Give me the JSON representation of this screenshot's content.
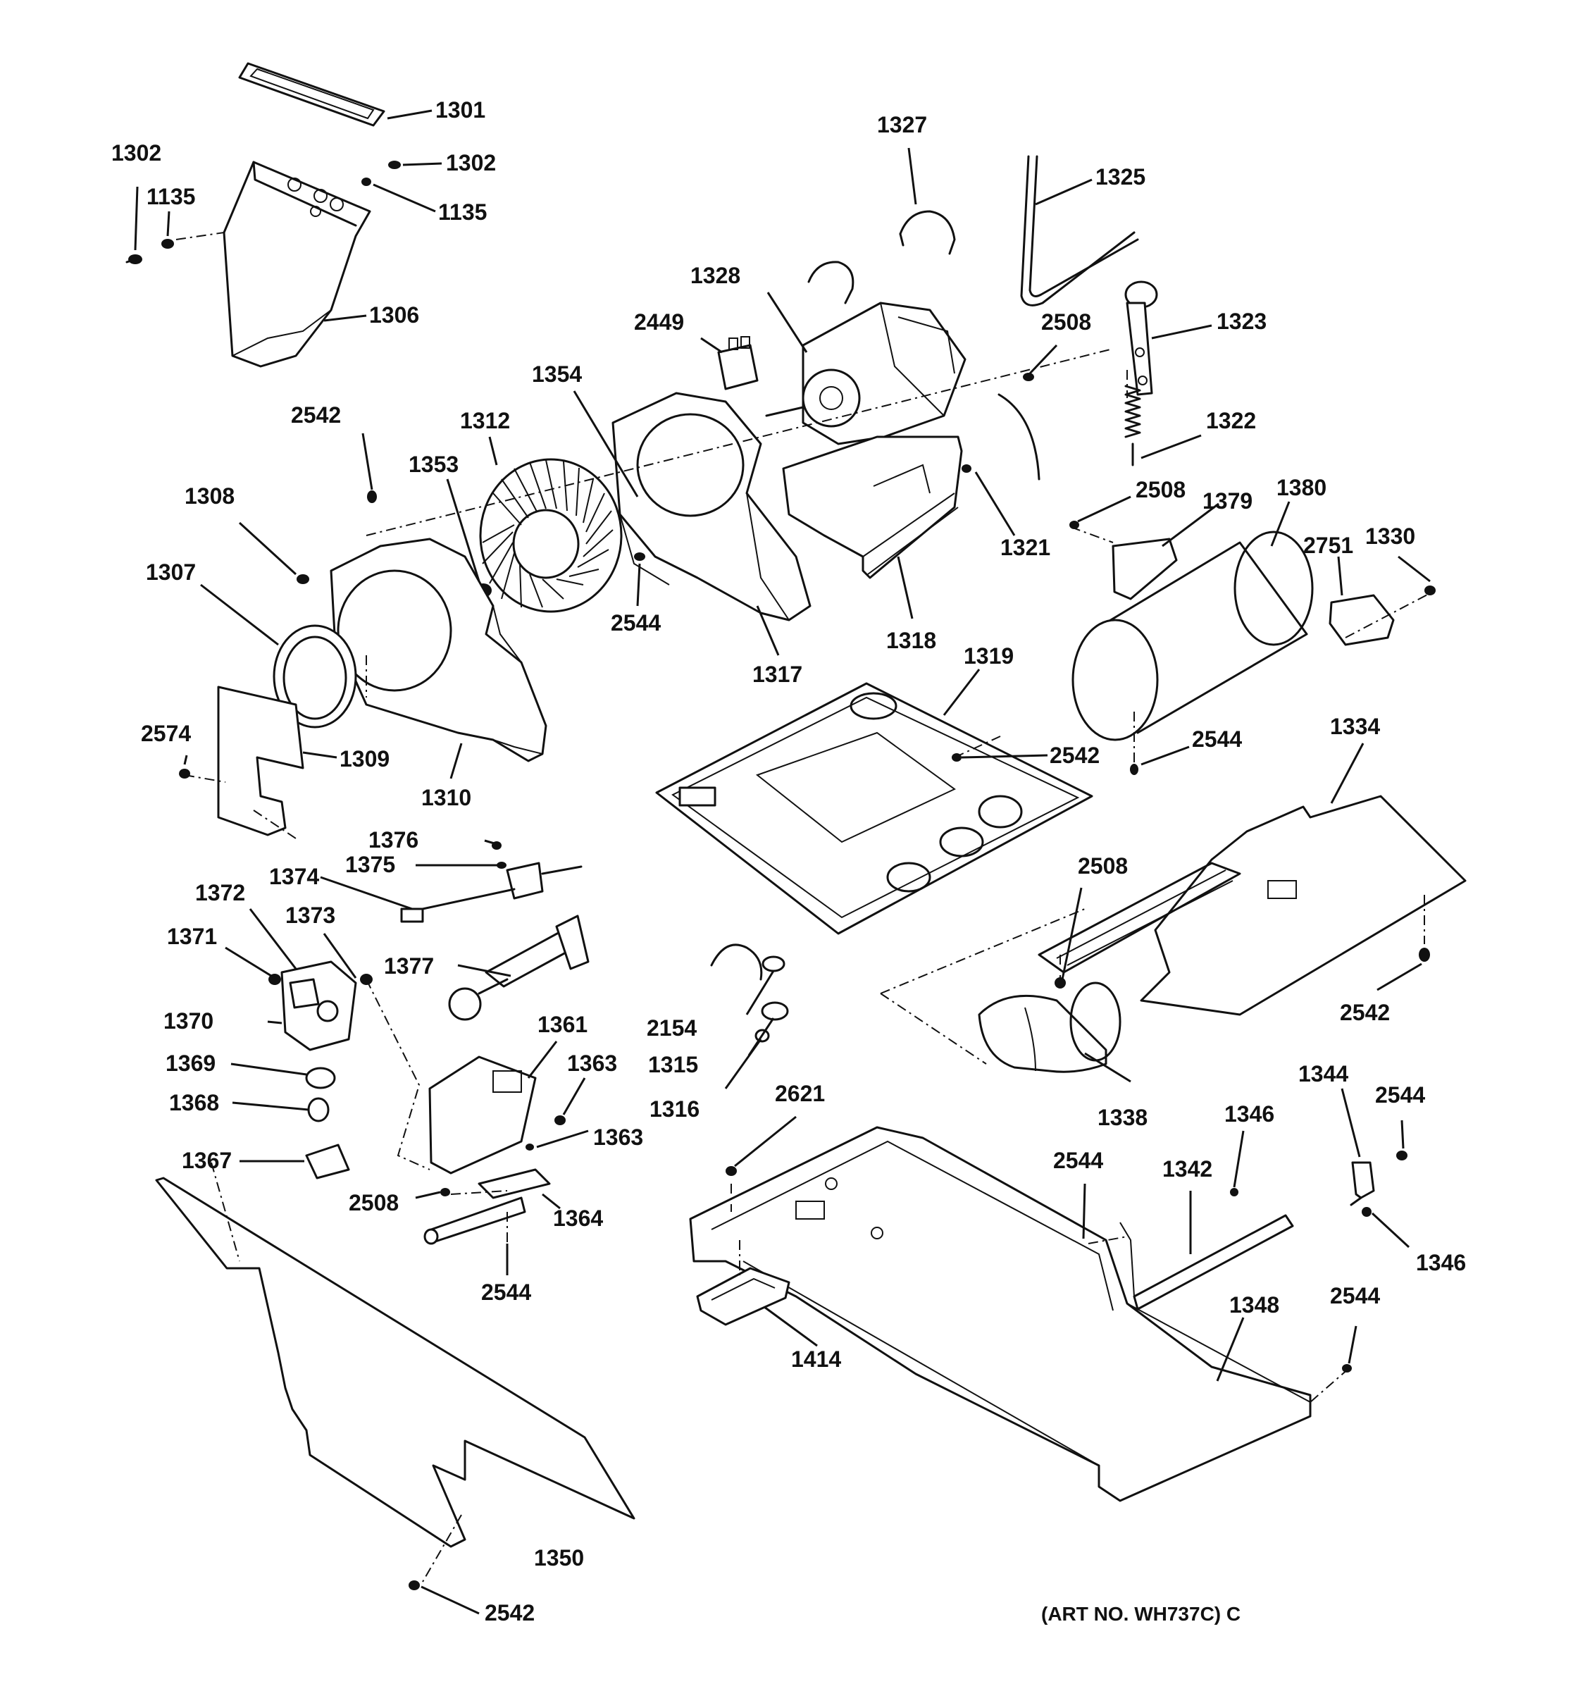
{
  "art_number": "(ART NO. WH737C) C",
  "callouts": [
    {
      "id": "1301",
      "text": "1301"
    },
    {
      "id": "1302a",
      "text": "1302"
    },
    {
      "id": "1302b",
      "text": "1302"
    },
    {
      "id": "1135a",
      "text": "1135"
    },
    {
      "id": "1135b",
      "text": "1135"
    },
    {
      "id": "1306",
      "text": "1306"
    },
    {
      "id": "1327",
      "text": "1327"
    },
    {
      "id": "1325",
      "text": "1325"
    },
    {
      "id": "1328",
      "text": "1328"
    },
    {
      "id": "2449",
      "text": "2449"
    },
    {
      "id": "2508a",
      "text": "2508"
    },
    {
      "id": "1323",
      "text": "1323"
    },
    {
      "id": "1354",
      "text": "1354"
    },
    {
      "id": "2542a",
      "text": "2542"
    },
    {
      "id": "1312",
      "text": "1312"
    },
    {
      "id": "1353",
      "text": "1353"
    },
    {
      "id": "1322",
      "text": "1322"
    },
    {
      "id": "1308",
      "text": "1308"
    },
    {
      "id": "2508b",
      "text": "2508"
    },
    {
      "id": "1379",
      "text": "1379"
    },
    {
      "id": "1380",
      "text": "1380"
    },
    {
      "id": "1321",
      "text": "1321"
    },
    {
      "id": "2751",
      "text": "2751"
    },
    {
      "id": "1330",
      "text": "1330"
    },
    {
      "id": "1307",
      "text": "1307"
    },
    {
      "id": "2544a",
      "text": "2544"
    },
    {
      "id": "1318",
      "text": "1318"
    },
    {
      "id": "1317",
      "text": "1317"
    },
    {
      "id": "1319",
      "text": "1319"
    },
    {
      "id": "2574",
      "text": "2574"
    },
    {
      "id": "1309",
      "text": "1309"
    },
    {
      "id": "1334",
      "text": "1334"
    },
    {
      "id": "2544b",
      "text": "2544"
    },
    {
      "id": "2542b",
      "text": "2542"
    },
    {
      "id": "1310",
      "text": "1310"
    },
    {
      "id": "1376",
      "text": "1376"
    },
    {
      "id": "1375",
      "text": "1375"
    },
    {
      "id": "1374",
      "text": "1374"
    },
    {
      "id": "2508c",
      "text": "2508"
    },
    {
      "id": "1372",
      "text": "1372"
    },
    {
      "id": "1373",
      "text": "1373"
    },
    {
      "id": "1371",
      "text": "1371"
    },
    {
      "id": "1377",
      "text": "1377"
    },
    {
      "id": "1370",
      "text": "1370"
    },
    {
      "id": "1361",
      "text": "1361"
    },
    {
      "id": "2154",
      "text": "2154"
    },
    {
      "id": "2542c",
      "text": "2542"
    },
    {
      "id": "1315",
      "text": "1315"
    },
    {
      "id": "1369",
      "text": "1369"
    },
    {
      "id": "1363a",
      "text": "1363"
    },
    {
      "id": "1368",
      "text": "1368"
    },
    {
      "id": "1316",
      "text": "1316"
    },
    {
      "id": "1338",
      "text": "1338"
    },
    {
      "id": "1344",
      "text": "1344"
    },
    {
      "id": "2621",
      "text": "2621"
    },
    {
      "id": "2544c",
      "text": "2544"
    },
    {
      "id": "1346a",
      "text": "1346"
    },
    {
      "id": "1363b",
      "text": "1363"
    },
    {
      "id": "1367",
      "text": "1367"
    },
    {
      "id": "2544d",
      "text": "2544"
    },
    {
      "id": "1342",
      "text": "1342"
    },
    {
      "id": "2508d",
      "text": "2508"
    },
    {
      "id": "1364",
      "text": "1364"
    },
    {
      "id": "1346b",
      "text": "1346"
    },
    {
      "id": "2544e",
      "text": "2544"
    },
    {
      "id": "1348",
      "text": "1348"
    },
    {
      "id": "2544f",
      "text": "2544"
    },
    {
      "id": "1414",
      "text": "1414"
    },
    {
      "id": "1350",
      "text": "1350"
    },
    {
      "id": "2542d",
      "text": "2542"
    }
  ]
}
